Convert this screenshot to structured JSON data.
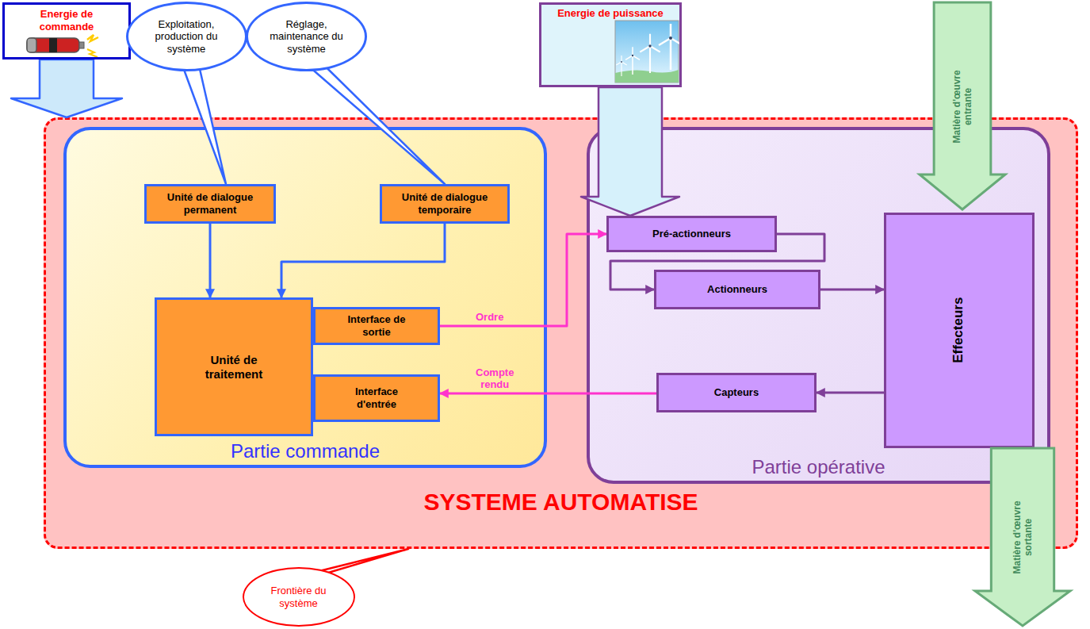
{
  "diagram": {
    "nodes": [
      {
        "text": [
          "Energie de commande"
        ]
      },
      {
        "text": [
          "Exploitation, production du système"
        ]
      },
      {
        "text": [
          "Réglage, maintenance du système"
        ]
      },
      {
        "text": [
          "Energie de puissance"
        ]
      },
      {
        "text": [
          "Matière d'œuvre entrante"
        ]
      },
      {
        "text": [
          "SYSTEME AUTOMATISE"
        ]
      },
      {
        "text": [
          "Partie commande"
        ],
        "in": 5
      },
      {
        "text": [
          "Unité de dialogue permanent"
        ],
        "in": 6
      },
      {
        "text": [
          "Unité de dialogue temporaire"
        ],
        "in": 6
      },
      {
        "text": [
          "Unité de traitement"
        ],
        "in": 6
      },
      {
        "text": [
          "Interface de sortie"
        ],
        "in": 6
      },
      {
        "text": [
          "Interface d'entrée"
        ],
        "in": 6
      },
      {
        "text": [
          "Partie opérative"
        ],
        "in": 5
      },
      {
        "text": [
          "Pré-actionneurs"
        ],
        "in": 12
      },
      {
        "text": [
          "Actionneurs"
        ],
        "in": 12
      },
      {
        "text": [
          "Effecteurs"
        ],
        "in": 12
      },
      {
        "text": [
          "Capteurs"
        ],
        "in": 12
      },
      {
        "text": [
          "Matière d'œuvre sortante"
        ]
      },
      {
        "text": [
          "Frontière du système"
        ]
      }
    ],
    "edges": [
      {
        "from": 0,
        "to": 5,
        "arrow": "to"
      },
      {
        "from": 1,
        "to": 7,
        "arrow": "none"
      },
      {
        "from": 2,
        "to": 8,
        "arrow": "none"
      },
      {
        "from": 3,
        "to": 13,
        "arrow": "to"
      },
      {
        "from": 7,
        "to": 9,
        "arrow": "to"
      },
      {
        "from": 8,
        "to": 9,
        "arrow": "to"
      },
      {
        "from": 10,
        "to": 13,
        "label": "Ordre",
        "arrow": "to"
      },
      {
        "from": 13,
        "to": 14,
        "arrow": "to"
      },
      {
        "from": 14,
        "to": 15,
        "arrow": "to"
      },
      {
        "from": 15,
        "to": 16,
        "arrow": "to"
      },
      {
        "from": 16,
        "to": 11,
        "label": "Compte rendu",
        "arrow": "to"
      },
      {
        "from": 18,
        "to": 5,
        "arrow": "none"
      }
    ]
  }
}
